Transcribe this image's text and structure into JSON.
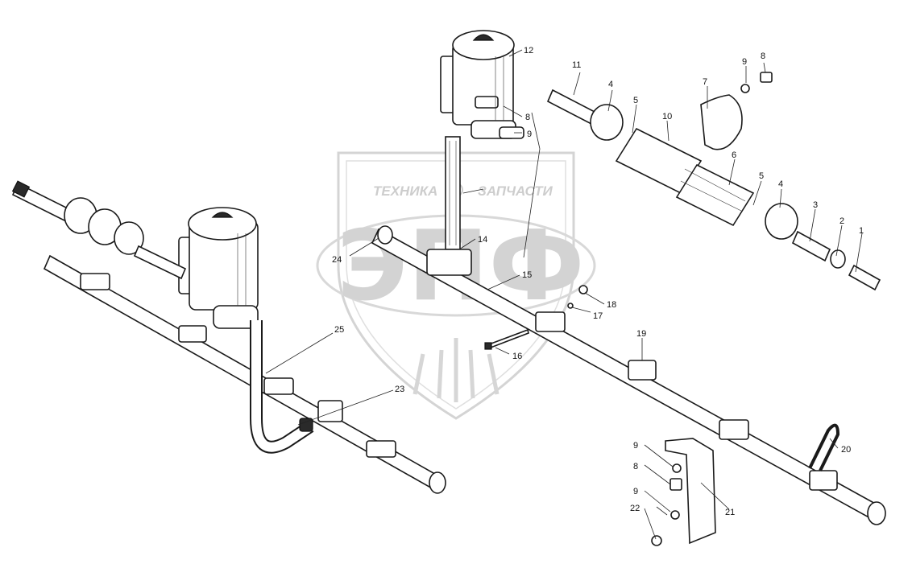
{
  "watermark": {
    "left_text": "ТЕХНИКА",
    "right_text": "ЗАПЧАСТИ",
    "big_letters": "ЭПФ"
  },
  "labels": [
    "1",
    "2",
    "3",
    "4",
    "5",
    "6",
    "7",
    "8",
    "9",
    "10",
    "11",
    "12",
    "14",
    "15",
    "16",
    "17",
    "18",
    "19",
    "20",
    "21",
    "22",
    "23",
    "24",
    "25"
  ],
  "callouts": {
    "c1": "1",
    "c2": "2",
    "c3": "3",
    "c4a": "4",
    "c4b": "4",
    "c5a": "5",
    "c5b": "5",
    "c6": "6",
    "c7": "7",
    "c8a": "8",
    "c8b": "8",
    "c8c": "8",
    "c9a": "9",
    "c9b": "9",
    "c9c": "9",
    "c9d": "9",
    "c10": "10",
    "c11": "11",
    "c12": "12",
    "c14": "14",
    "c15": "15",
    "c16": "16",
    "c17": "17",
    "c18": "18",
    "c19": "19",
    "c20": "20",
    "c21": "21",
    "c22": "22",
    "c23": "23",
    "c24": "24",
    "c25": "25"
  }
}
